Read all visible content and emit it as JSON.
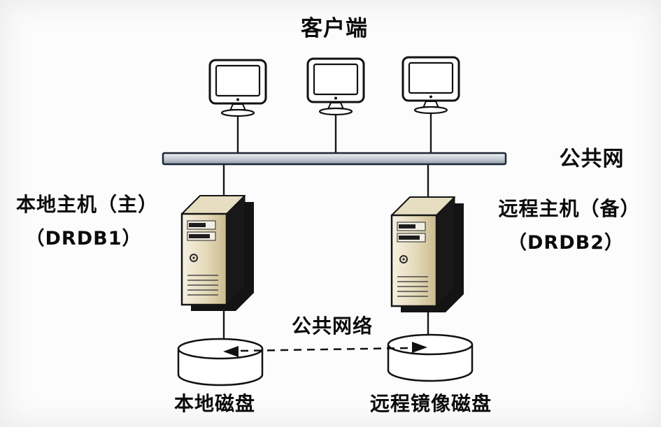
{
  "diagram": {
    "title": "客户端",
    "network_bus": {
      "label": "公共网"
    },
    "hosts": {
      "left": {
        "line1": "本地主机（主）",
        "line2": "（DRDB1）"
      },
      "right": {
        "line1": "远程主机（备）",
        "line2": "（DRDB2）"
      }
    },
    "replication": {
      "label": "公共网络",
      "style": "dashed-double-arrow"
    },
    "disks": {
      "left": {
        "label": "本地磁盘"
      },
      "right": {
        "label": "远程镜像磁盘"
      }
    },
    "icons": {
      "client": "monitor-icon",
      "host": "server-tower-icon",
      "storage": "disk-cylinder-icon",
      "bus": "network-bus-bar"
    },
    "colors": {
      "line": "#161616",
      "server_front_light": "#f6f1e2",
      "server_front_dark": "#c9b98e",
      "server_top": "#e7dec1",
      "server_side": "#181818",
      "bus_top": "#eef1f4",
      "bus_bottom": "#8f9aa6",
      "background": "#fcfcfc"
    }
  }
}
